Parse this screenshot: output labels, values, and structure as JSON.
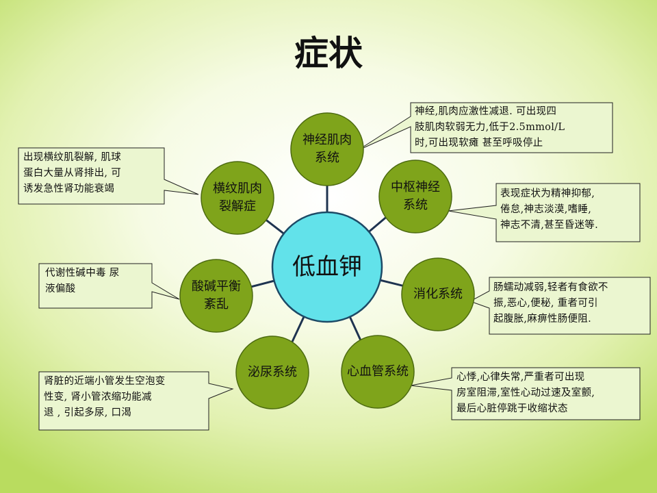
{
  "slide": {
    "title": "症状"
  },
  "center": {
    "label": "低血钾"
  },
  "nodes": [
    {
      "id": "neuromuscular",
      "label": "神经肌肉\n系统"
    },
    {
      "id": "cns",
      "label": "中枢神经\n系统"
    },
    {
      "id": "digestive",
      "label": "消化系统"
    },
    {
      "id": "cardiovascular",
      "label": "心血管系统"
    },
    {
      "id": "urinary",
      "label": "泌尿系统"
    },
    {
      "id": "acid-base",
      "label": "酸碱平衡\n紊乱"
    },
    {
      "id": "rhabdomyolysis",
      "label": "横纹肌肉\n裂解症"
    }
  ],
  "callouts": [
    {
      "node": "neuromuscular",
      "text": "神经,肌肉应激性减退. 可出现四\n肢肌肉软弱无力,低于2.5mmol/L\n时,可出现软瘫 甚至呼吸停止"
    },
    {
      "node": "cns",
      "text": "表现症状为精神抑郁,\n倦怠,神志淡漠,嗜睡,\n神志不清,甚至昏迷等."
    },
    {
      "node": "digestive",
      "text": "肠蠕动减弱,轻者有食欲不\n振,恶心,便秘, 重者可引\n起腹胀,麻痹性肠便阻."
    },
    {
      "node": "cardiovascular",
      "text": "心悸,心律失常,严重者可出现\n房室阻滞,室性心动过速及室颤,\n最后心脏停跳于收缩状态"
    },
    {
      "node": "urinary",
      "text": "肾脏的近端小管发生空泡变\n性变, 肾小管浓缩功能减\n退 , 引起多尿, 口渴"
    },
    {
      "node": "acid-base",
      "text": "代谢性碱中毒 尿\n液偏酸"
    },
    {
      "node": "rhabdomyolysis",
      "text": "出现横纹肌裂解, 肌球\n蛋白大量从肾排出, 可\n诱发急性肾功能衰竭"
    }
  ]
}
